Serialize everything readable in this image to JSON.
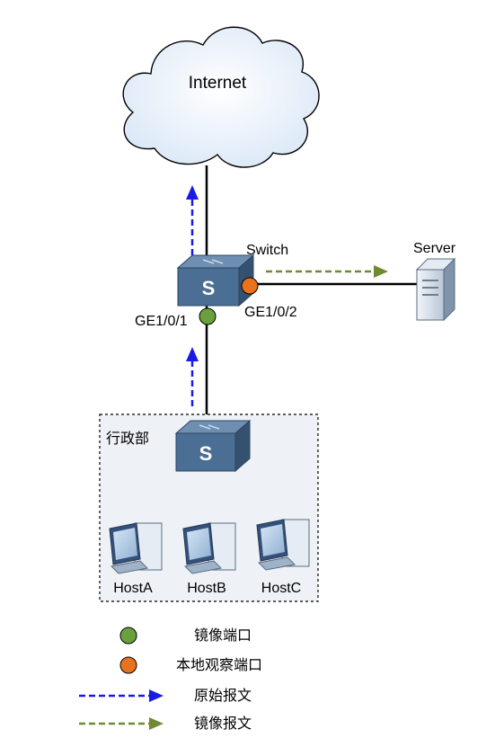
{
  "nodes": {
    "internet": {
      "label": "Internet"
    },
    "switch": {
      "label": "Switch",
      "glyph": "S"
    },
    "server": {
      "label": "Server"
    },
    "admin_switch": {
      "glyph": "S"
    },
    "host_a": {
      "label": "HostA"
    },
    "host_b": {
      "label": "HostB"
    },
    "host_c": {
      "label": "HostC"
    }
  },
  "ports": {
    "mirror_port": {
      "label": "GE1/0/1",
      "color": "#6aa13c"
    },
    "observe_port": {
      "label": "GE1/0/2",
      "color": "#e8731c"
    }
  },
  "group": {
    "label": "行政部"
  },
  "legend": {
    "mirror_port": {
      "label": "镜像端口",
      "color": "#6aa13c"
    },
    "observe_port": {
      "label": "本地观察端口",
      "color": "#e8731c"
    },
    "original_packet": {
      "label": "原始报文",
      "color": "#1a1ae6"
    },
    "mirror_packet": {
      "label": "镜像报文",
      "color": "#6e8a32"
    }
  },
  "colors": {
    "switch_body": "#4a6e94",
    "switch_top": "#6f8fb2",
    "line": "#000000"
  }
}
